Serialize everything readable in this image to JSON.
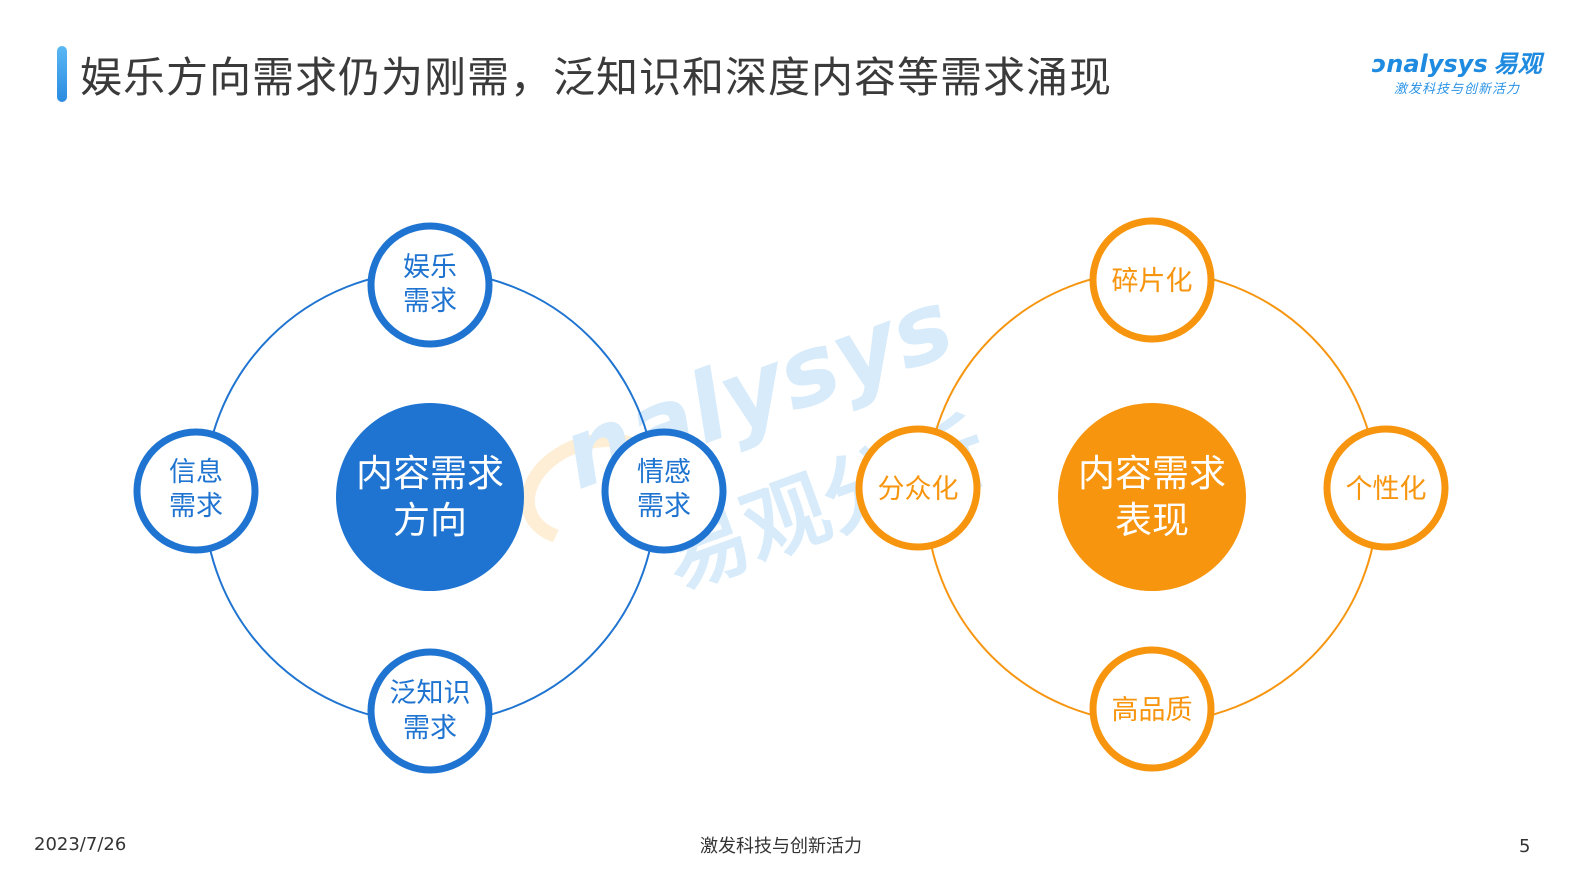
{
  "title": "娱乐方向需求仍为刚需，泛知识和深度内容等需求涌现",
  "logo": {
    "brand_en": "nalysys",
    "brand_cn": "易观",
    "tagline": "激发科技与创新活力"
  },
  "watermark": {
    "en": "nalysys",
    "cn": "易观分析"
  },
  "colors": {
    "blue": "#1f74d1",
    "orange": "#f7950f",
    "text": "#333333"
  },
  "left_diagram": {
    "center": [
      "内容需求",
      "方向"
    ],
    "nodes": {
      "top": [
        "娱乐",
        "需求"
      ],
      "left": [
        "信息",
        "需求"
      ],
      "right": [
        "情感",
        "需求"
      ],
      "bottom": [
        "泛知识",
        "需求"
      ]
    }
  },
  "right_diagram": {
    "center": [
      "内容需求",
      "表现"
    ],
    "nodes": {
      "top": "碎片化",
      "left": "分众化",
      "right": "个性化",
      "bottom": "高品质"
    }
  },
  "footer": {
    "date": "2023/7/26",
    "tagline": "激发科技与创新活力",
    "page": "5"
  }
}
